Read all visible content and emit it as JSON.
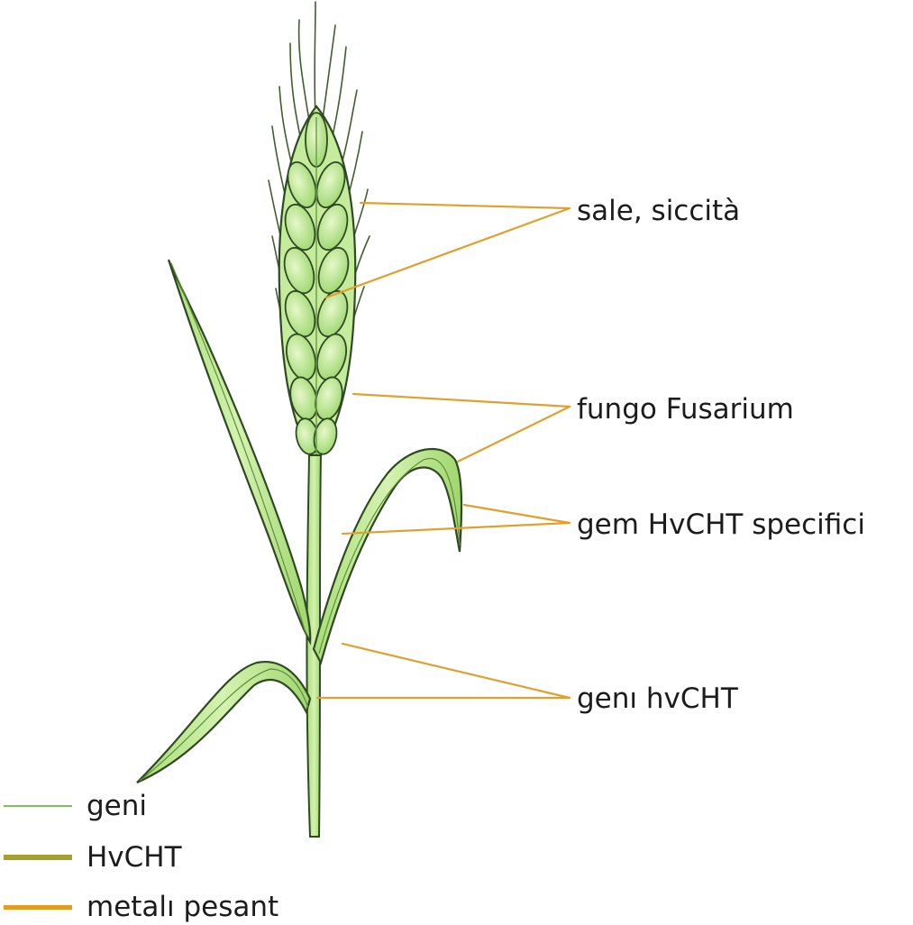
{
  "labels": [
    {
      "text": "sale, siccità"
    },
    {
      "text": "fungo Fusarium"
    },
    {
      "text": "gem HvCHT  specifici"
    },
    {
      "text": "genı hvCHT"
    }
  ],
  "legend": [
    {
      "text": "geni",
      "color": "#7cc35a"
    },
    {
      "text": "HvCHT",
      "color": "#a4a031"
    },
    {
      "text": "metalı pesant",
      "color": "#e39b22"
    }
  ],
  "colors": {
    "plant_fill": "#b8e58c",
    "plant_light": "#d7f2b4",
    "plant_outline": "#2f4a22",
    "leader_line": "#e0a030"
  }
}
